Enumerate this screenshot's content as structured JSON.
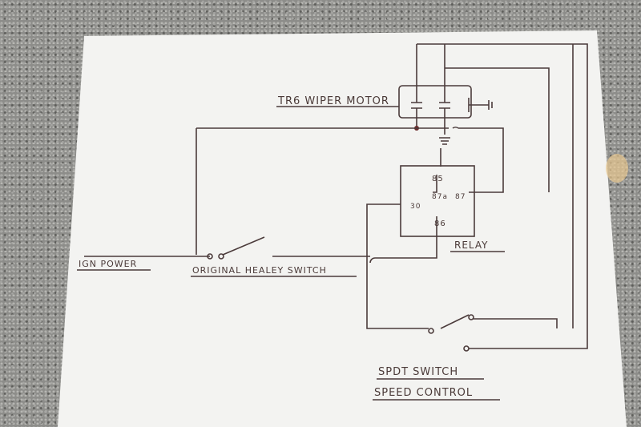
{
  "labels": {
    "motor": "TR6 WIPER MOTOR",
    "relay": "RELAY",
    "ign_power": "IGN POWER",
    "healey_switch": "ORIGINAL HEALEY SWITCH",
    "spdt_switch": "SPDT SWITCH",
    "speed_control": "SPEED CONTROL"
  },
  "relay_pins": {
    "p85": "85",
    "p87a": "87a",
    "p30": "30",
    "p87": "87",
    "p86": "86"
  },
  "colors": {
    "ink": "#4b3b3b",
    "paper": "#f4f4f2"
  }
}
